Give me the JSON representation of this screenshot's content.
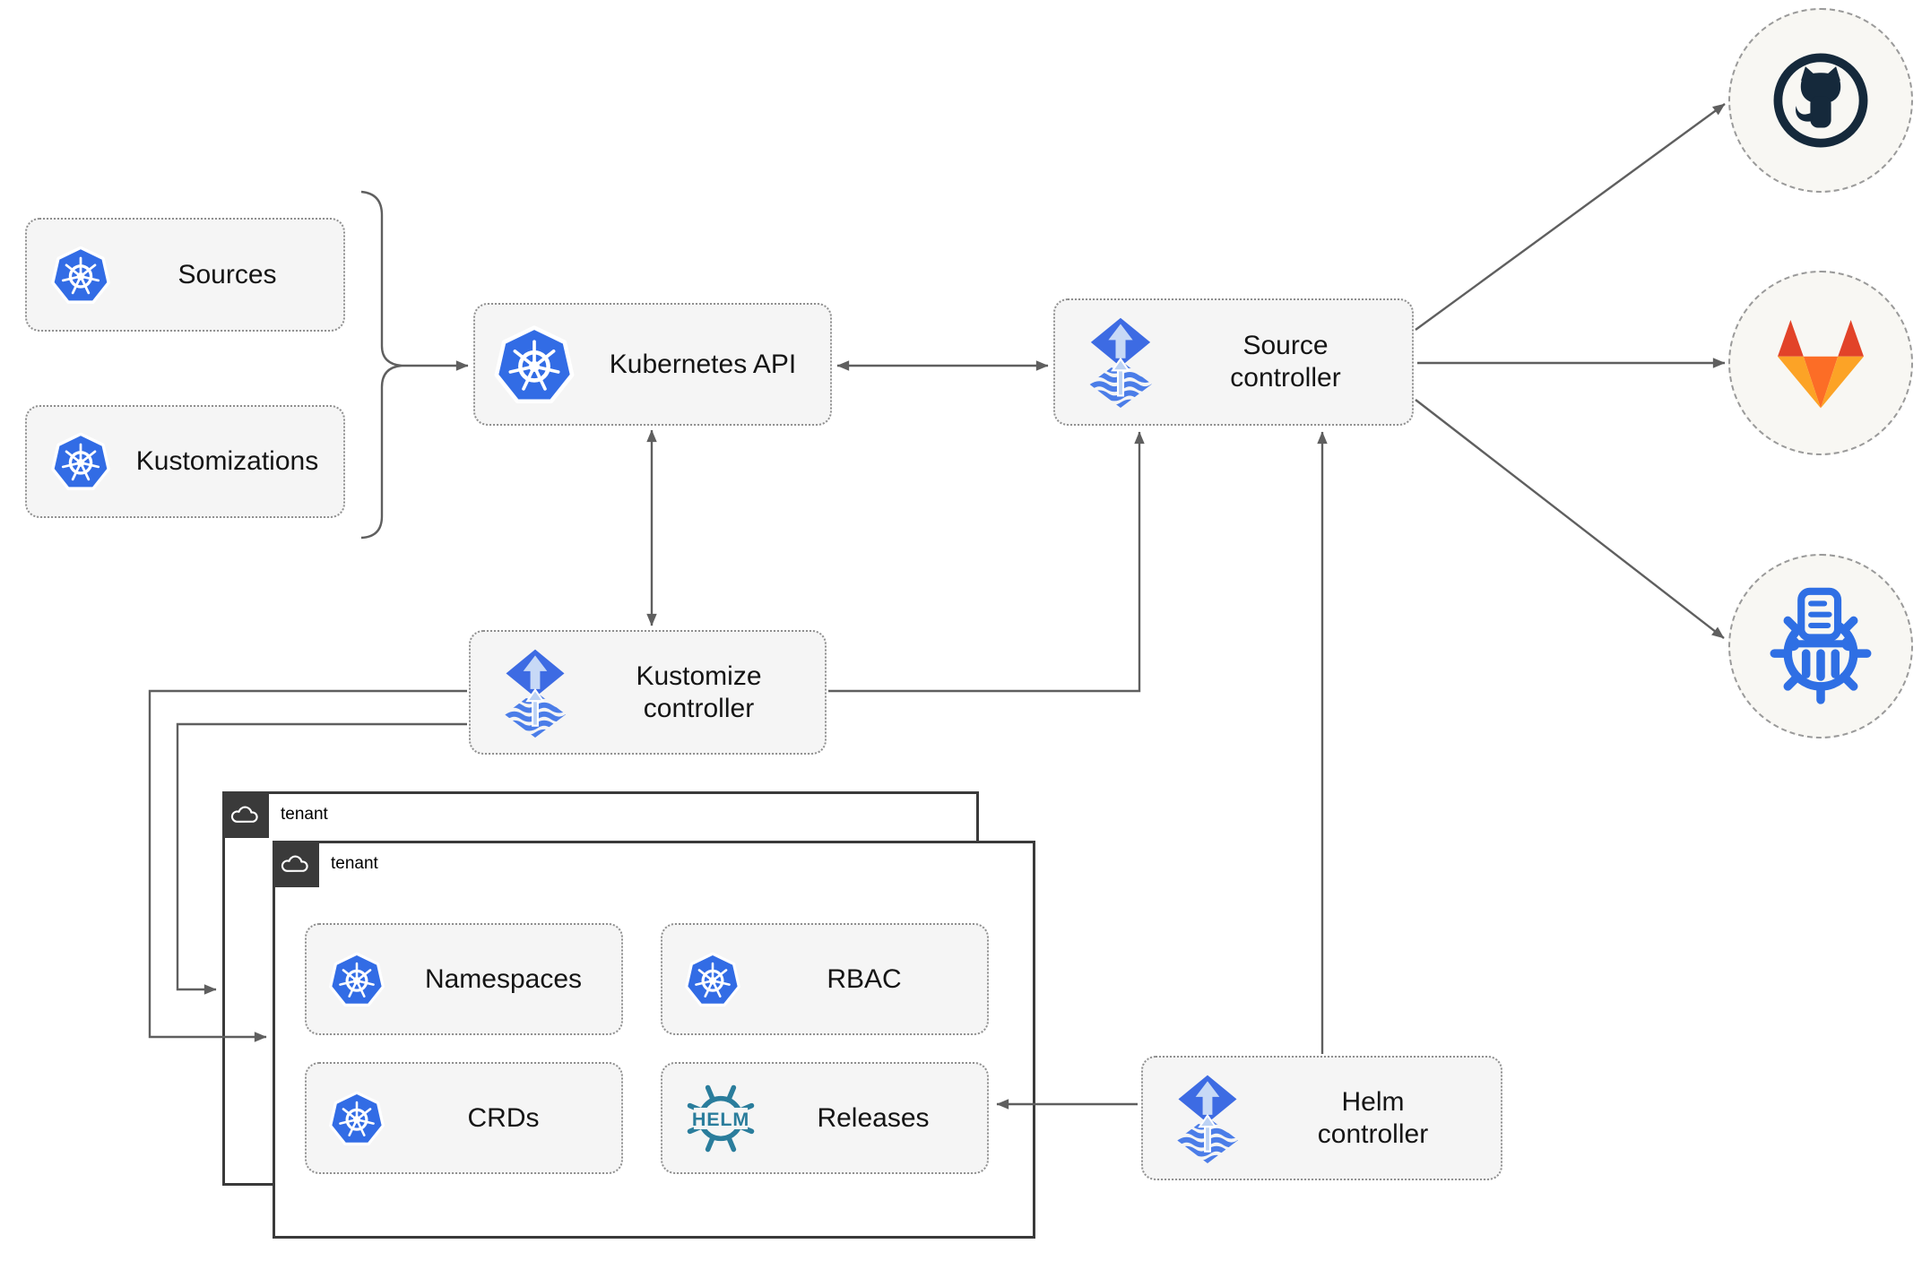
{
  "diagram": {
    "nodes": {
      "sources": {
        "label": "Sources"
      },
      "kustomizations": {
        "label": "Kustomizations"
      },
      "kubernetes_api": {
        "label": "Kubernetes API"
      },
      "source_controller": {
        "label": "Source controller"
      },
      "kustomize_controller": {
        "label": "Kustomize controller"
      },
      "helm_controller": {
        "label": "Helm controller"
      },
      "namespaces": {
        "label": "Namespaces"
      },
      "rbac": {
        "label": "RBAC"
      },
      "crds": {
        "label": "CRDs"
      },
      "releases": {
        "label": "Releases"
      }
    },
    "groups": {
      "tenant_back": {
        "label": "tenant"
      },
      "tenant_front": {
        "label": "tenant"
      }
    },
    "icons": {
      "kubernetes": "kubernetes-logo",
      "flux": "flux-logo",
      "helm": "helm-logo",
      "cloud": "cloud-icon",
      "github": "github-logo",
      "gitlab": "gitlab-logo",
      "chart_repository": "chart-repository-logo"
    },
    "helm_icon_text": "HELM",
    "colors": {
      "kubernetes_blue": "#326ce5",
      "flux_blue": "#3d6be3",
      "flux_light": "#c7d9f6",
      "helm_teal": "#2a7d9c",
      "github_dark": "#15293b",
      "gitlab_red": "#e24329",
      "gitlab_orange": "#fc6d26",
      "gitlab_yellow": "#fca326",
      "chartmuseum_blue": "#2f6fe4",
      "edge_gray": "#5f5f5f",
      "node_fill": "#f5f5f5",
      "tenant_border": "#3a3a3a"
    }
  }
}
